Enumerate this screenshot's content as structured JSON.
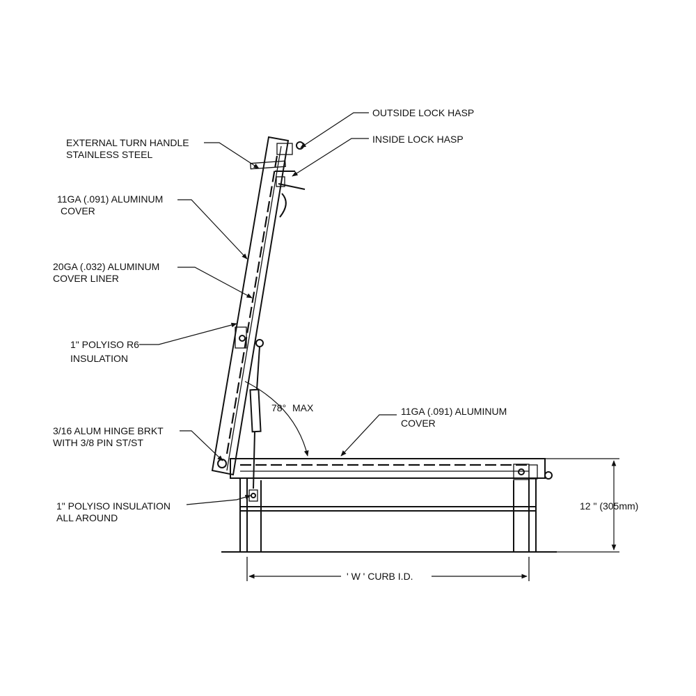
{
  "labels": {
    "outside_lock_hasp": "OUTSIDE LOCK HASP",
    "inside_lock_hasp": "INSIDE LOCK HASP",
    "turn_handle_1": "EXTERNAL TURN HANDLE",
    "turn_handle_2": "STAINLESS STEEL",
    "cover_open_1": "11GA (.091) ALUMINUM",
    "cover_open_2": "COVER",
    "cover_liner_1": "20GA (.032) ALUMINUM",
    "cover_liner_2": "COVER LINER",
    "polyiso_r6_1": "1\" POLYISO R6",
    "polyiso_r6_2": "INSULATION",
    "angle_value": "78°",
    "angle_suffix": "MAX",
    "cover_closed_1": "11GA (.091) ALUMINUM",
    "cover_closed_2": "COVER",
    "hinge_1": "3/16 ALUM HINGE BRKT",
    "hinge_2": "WITH 3/8  PIN ST/ST",
    "polyiso_all_1": "1\" POLYISO INSULATION",
    "polyiso_all_2": "ALL AROUND",
    "height_dim": "12 \" (305mm)",
    "width_dim": "' W ' CURB I.D."
  }
}
